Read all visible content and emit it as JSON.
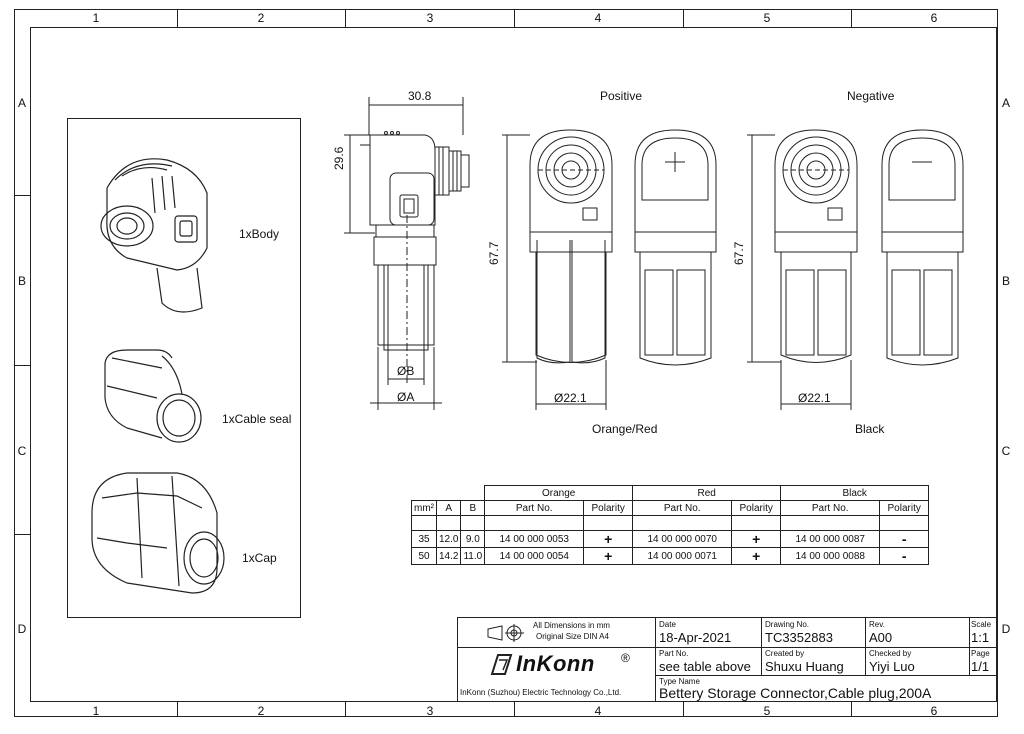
{
  "zones": {
    "columns": [
      "1",
      "2",
      "3",
      "4",
      "5",
      "6"
    ],
    "rows": [
      "A",
      "B",
      "C",
      "D"
    ]
  },
  "parts": {
    "body": "1xBody",
    "cable_seal": "1xCable seal",
    "cap": "1xCap"
  },
  "views": {
    "positive": "Positive",
    "negative": "Negative",
    "orange_red": "Orange/Red",
    "black": "Black"
  },
  "dimensions": {
    "width": "30.8",
    "height": "29.6",
    "length_pos": "67.7",
    "length_neg": "67.7",
    "dia_b": "ØB",
    "dia_a": "ØA",
    "dia_pos": "Ø22.1",
    "dia_neg": "Ø22.1"
  },
  "table": {
    "groups": [
      "Orange",
      "Red",
      "Black"
    ],
    "headers": [
      "mm²",
      "A",
      "B",
      "Part No.",
      "Polarity",
      "Part No.",
      "Polarity",
      "Part No.",
      "Polarity"
    ],
    "rows": [
      [
        "35",
        "12.0",
        "9.0",
        "14 00 000 0053",
        "+",
        "14 00 000 0070",
        "+",
        "14 00 000 0087",
        "-"
      ],
      [
        "50",
        "14.2",
        "11.0",
        "14 00 000 0054",
        "+",
        "14 00 000 0071",
        "+",
        "14 00 000 0088",
        "-"
      ]
    ]
  },
  "title_block": {
    "dims_note_1": "All Dimensions in mm",
    "dims_note_2": "Original Size DIN A4",
    "logo": "InKonn",
    "company": "InKonn (Suzhou) Electric Technology Co.,Ltd.",
    "date_label": "Date",
    "date": "18-Apr-2021",
    "drawing_no_label": "Drawing No.",
    "drawing_no": "TC3352883",
    "rev_label": "Rev.",
    "rev": "A00",
    "scale_label": "Scale",
    "scale": "1:1",
    "part_no_label": "Part No.",
    "part_no": "see table above",
    "created_label": "Created by",
    "created": "Shuxu Huang",
    "checked_label": "Checked by",
    "checked": "Yiyi Luo",
    "page_label": "Page",
    "page": "1/1",
    "type_label": "Type Name",
    "type_name": "Bettery Storage Connector,Cable plug,200A"
  }
}
